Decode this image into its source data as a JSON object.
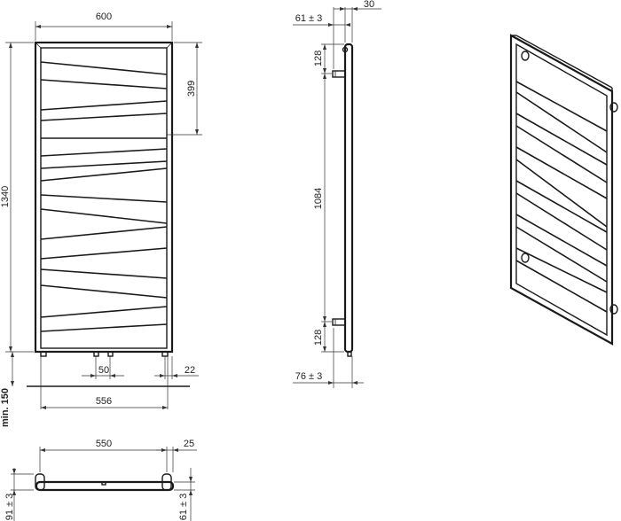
{
  "front_view": {
    "width": "600",
    "height": "1340",
    "upper_offset": "399",
    "pipe_spacing": "50",
    "pipe_edge": "22",
    "connection_width": "556"
  },
  "floor": {
    "min_clearance": "min. 150"
  },
  "side_view": {
    "depth_top": "61 ± 3",
    "depth_frame": "30",
    "bracket_top": "128",
    "bracket_spacing": "1084",
    "bracket_bottom": "128",
    "depth_bottom": "76 ± 3"
  },
  "bottom_view": {
    "width": "550",
    "edge": "25",
    "depth_left": "91 ± 3",
    "depth_right": "61 ± 3"
  },
  "colors": {
    "line": "#1a1a1a",
    "background": "#ffffff"
  }
}
